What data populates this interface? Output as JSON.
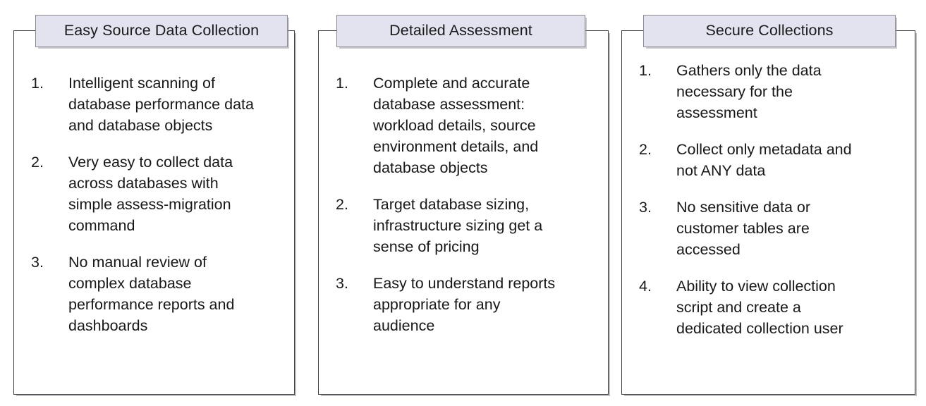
{
  "colors": {
    "page_background": "#ffffff",
    "panel_border": "#3f3f3f",
    "header_fill": "#E2E3EF",
    "header_border": "#8a8a93",
    "text": "#181818"
  },
  "panels": [
    {
      "header": "Easy Source Data Collection",
      "items": [
        {
          "number": "1.",
          "text": "Intelligent scanning of\ndatabase performance data\nand database objects"
        },
        {
          "number": "2.",
          "text": "Very easy to collect data\nacross databases with\nsimple assess-migration\ncommand"
        },
        {
          "number": "3.",
          "text": "No manual review of\ncomplex database\nperformance reports and\ndashboards"
        }
      ]
    },
    {
      "header": "Detailed Assessment",
      "items": [
        {
          "number": "1.",
          "text": "Complete and accurate\ndatabase assessment:\nworkload details, source\nenvironment details, and\ndatabase objects"
        },
        {
          "number": "2.",
          "text": "Target database sizing,\ninfrastructure sizing get a\nsense of pricing"
        },
        {
          "number": "3.",
          "text": "Easy to understand reports\nappropriate for any\naudience"
        }
      ]
    },
    {
      "header": "Secure Collections",
      "items": [
        {
          "number": "1.",
          "text": "Gathers only the data\nnecessary for the\nassessment"
        },
        {
          "number": "2.",
          "text": "Collect only metadata and\nnot ANY data"
        },
        {
          "number": "3.",
          "text": "No sensitive data or\ncustomer tables are\naccessed"
        },
        {
          "number": "4.",
          "text": "Ability to view collection\nscript and create a\ndedicated collection user"
        }
      ]
    }
  ]
}
